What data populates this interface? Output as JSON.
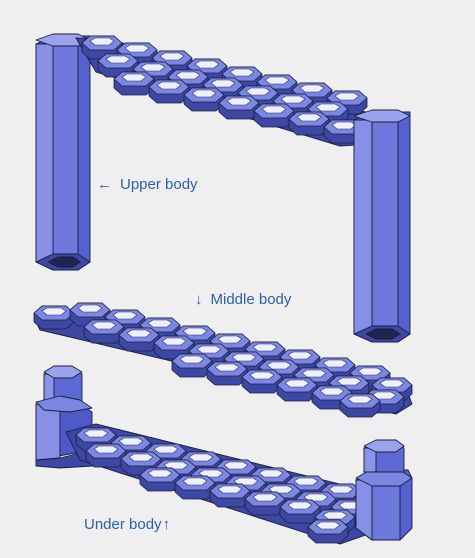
{
  "labels": {
    "upper": {
      "text": "Upper body",
      "arrow": "←"
    },
    "middle": {
      "text": "Middle body",
      "arrow": "↓"
    },
    "under": {
      "text": "Under body",
      "arrow": "↑"
    }
  },
  "colors": {
    "background": "#efefef",
    "part_face": "#6a76d6",
    "part_light": "#8e98e8",
    "part_dark": "#3d47a4",
    "part_hole": "#1f2450",
    "edge": "#1a1e3c",
    "label": "#2c5fa8"
  }
}
